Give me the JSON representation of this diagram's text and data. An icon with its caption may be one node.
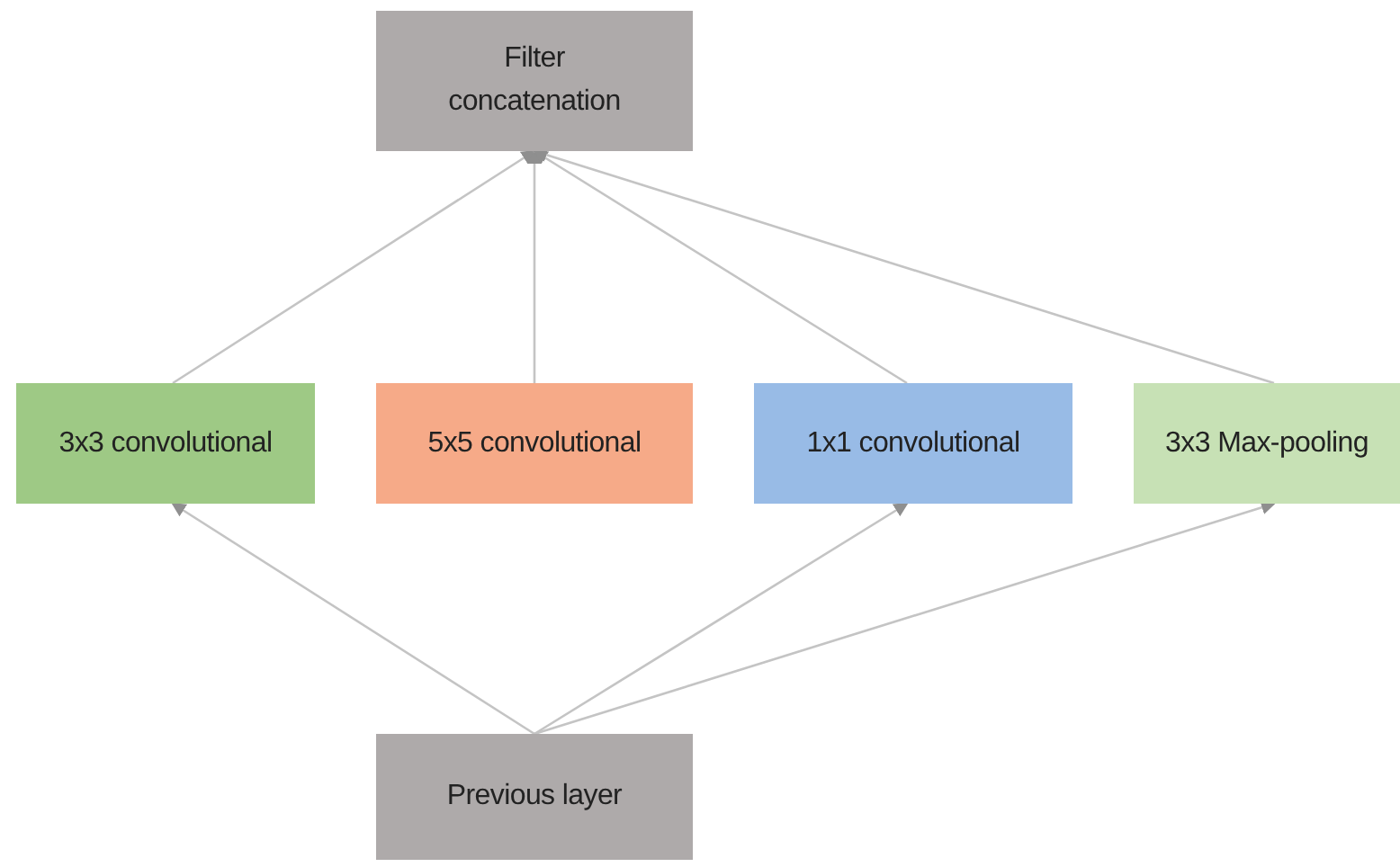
{
  "diagram": {
    "nodes": [
      {
        "text": [
          "Filter concatenation"
        ]
      },
      {
        "text": [
          "3x3 convolutional"
        ]
      },
      {
        "text": [
          "5x5 convolutional"
        ]
      },
      {
        "text": [
          "1x1 convolutional"
        ]
      },
      {
        "text": [
          "3x3 Max-pooling"
        ]
      },
      {
        "text": [
          "Previous layer"
        ]
      }
    ],
    "edges": [
      {
        "from": 1,
        "to": 0,
        "arrow": "to"
      },
      {
        "from": 2,
        "to": 0,
        "arrow": "to"
      },
      {
        "from": 3,
        "to": 0,
        "arrow": "to"
      },
      {
        "from": 4,
        "to": 0,
        "arrow": "to"
      },
      {
        "from": 5,
        "to": 1,
        "arrow": "to"
      },
      {
        "from": 5,
        "to": 3,
        "arrow": "to"
      },
      {
        "from": 5,
        "to": 4,
        "arrow": "to"
      }
    ]
  }
}
